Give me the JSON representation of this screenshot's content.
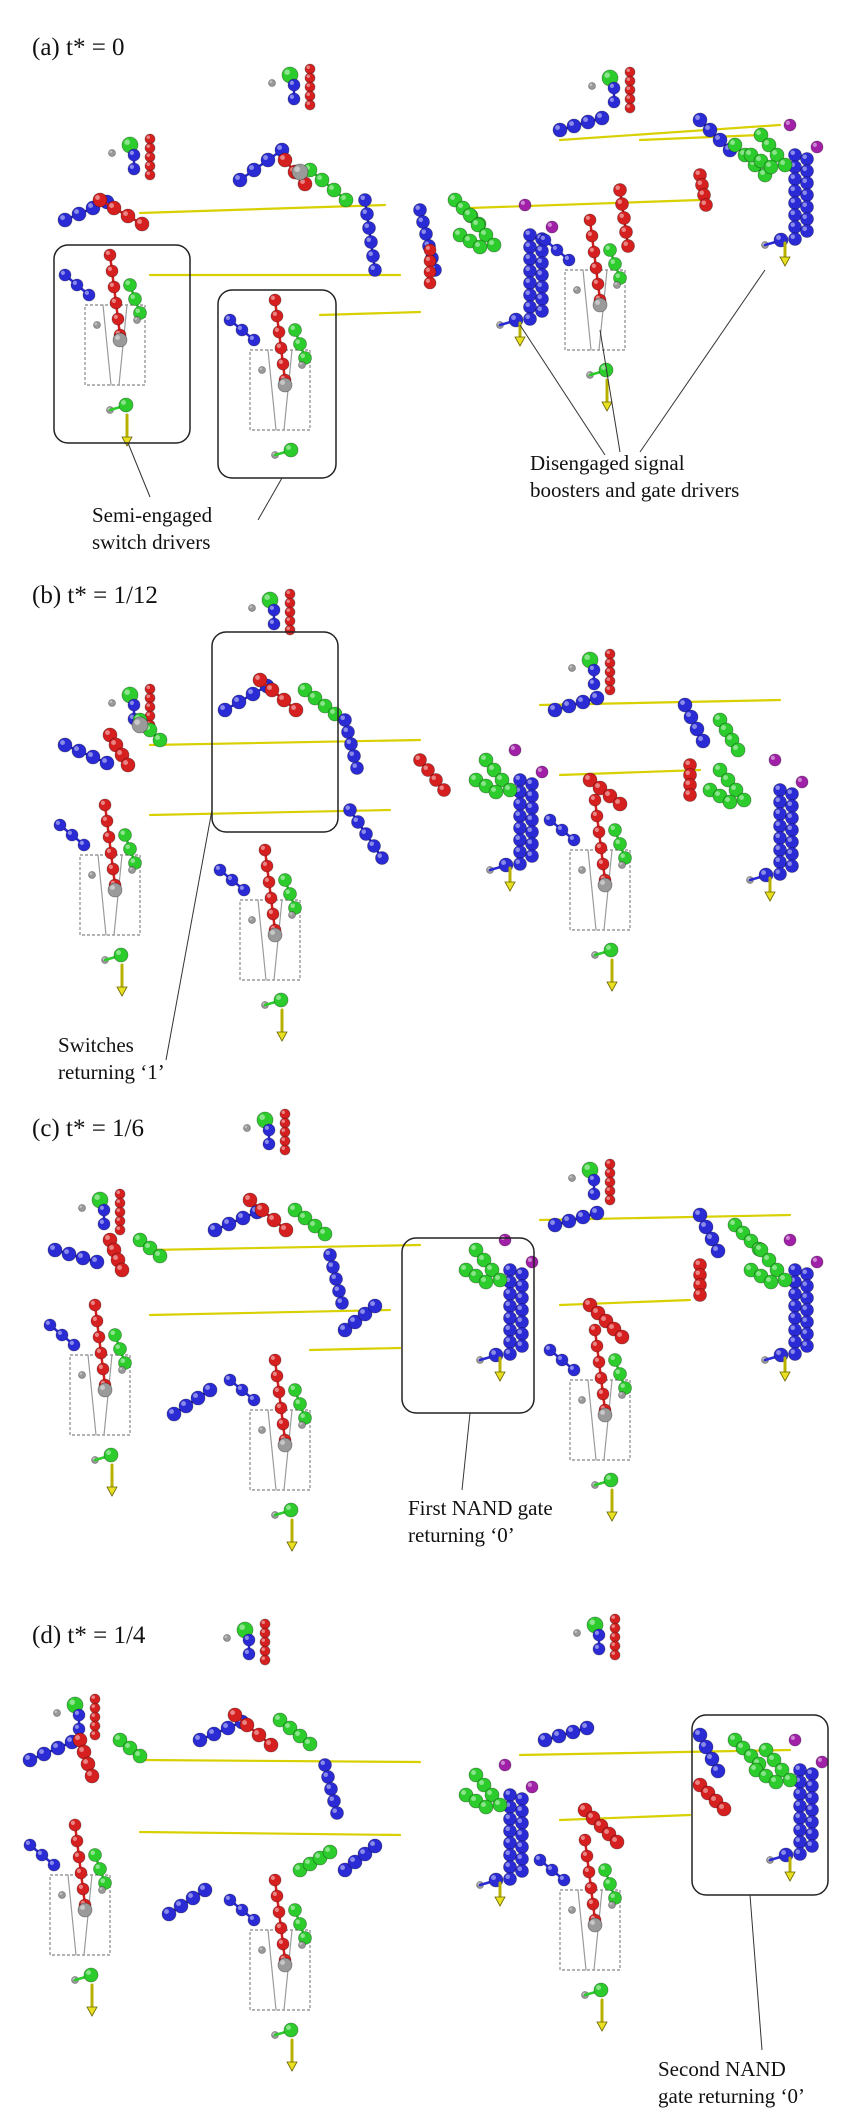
{
  "panels": [
    {
      "label": "(a) t* = 0",
      "annotations": [
        {
          "lines": [
            "Semi-engaged",
            "switch drivers"
          ]
        },
        {
          "lines": [
            "Disengaged signal",
            "boosters and gate drivers"
          ]
        }
      ]
    },
    {
      "label": "(b) t* = 1/12",
      "annotations": [
        {
          "lines": [
            "Switches",
            "returning ‘1’"
          ]
        }
      ]
    },
    {
      "label": "(c) t* = 1/6",
      "annotations": [
        {
          "lines": [
            "First NAND gate",
            "returning ‘0’"
          ]
        }
      ]
    },
    {
      "label": "(d) t* = 1/4",
      "annotations": [
        {
          "lines": [
            "Second NAND",
            "gate returning ‘0’"
          ]
        }
      ]
    }
  ],
  "colors": {
    "blue": "#2b2bd6",
    "red": "#d61f1f",
    "green": "#2ccc2c",
    "purple": "#a020a8",
    "grey": "#9a9a9a",
    "yellow": "#e8e020",
    "box": "#222222"
  }
}
